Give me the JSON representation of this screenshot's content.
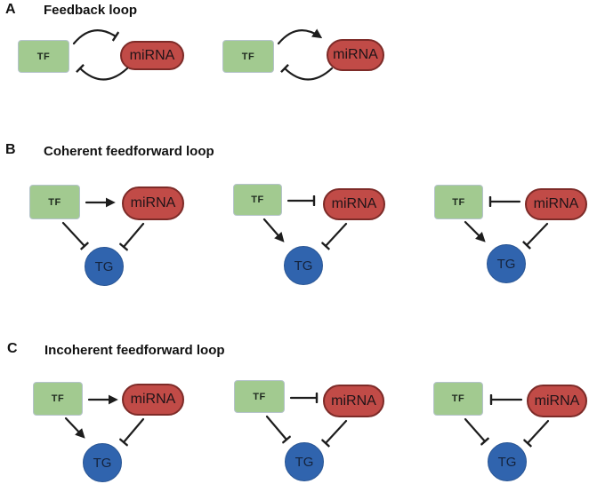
{
  "node_labels": {
    "tf": "TF",
    "mirna": "miRNA",
    "tg": "TG"
  },
  "colors": {
    "background": "#ffffff",
    "tf_fill": "#a2ca90",
    "tf_border": "#b5c3cb",
    "mirna_fill": "#c14b47",
    "mirna_border": "#7d2b28",
    "tg_fill": "#3064ae",
    "edge": "#1d1d1d",
    "text": "#111111"
  },
  "panels": [
    {
      "label": "A",
      "title": "Feedback loop",
      "motifs": [
        {
          "edges": [
            {
              "from": "TF",
              "to": "miRNA",
              "type": "inhibition"
            },
            {
              "from": "miRNA",
              "to": "TF",
              "type": "inhibition"
            }
          ]
        },
        {
          "edges": [
            {
              "from": "TF",
              "to": "miRNA",
              "type": "activation"
            },
            {
              "from": "miRNA",
              "to": "TF",
              "type": "inhibition"
            }
          ]
        }
      ]
    },
    {
      "label": "B",
      "title": "Coherent feedforward loop",
      "motifs": [
        {
          "edges": [
            {
              "from": "TF",
              "to": "miRNA",
              "type": "activation"
            },
            {
              "from": "TF",
              "to": "TG",
              "type": "inhibition"
            },
            {
              "from": "miRNA",
              "to": "TG",
              "type": "inhibition"
            }
          ]
        },
        {
          "edges": [
            {
              "from": "TF",
              "to": "miRNA",
              "type": "inhibition"
            },
            {
              "from": "TF",
              "to": "TG",
              "type": "activation"
            },
            {
              "from": "miRNA",
              "to": "TG",
              "type": "inhibition"
            }
          ]
        },
        {
          "edges": [
            {
              "from": "miRNA",
              "to": "TF",
              "type": "inhibition"
            },
            {
              "from": "TF",
              "to": "TG",
              "type": "activation"
            },
            {
              "from": "miRNA",
              "to": "TG",
              "type": "inhibition"
            }
          ]
        }
      ]
    },
    {
      "label": "C",
      "title": "Incoherent feedforward loop",
      "motifs": [
        {
          "edges": [
            {
              "from": "TF",
              "to": "miRNA",
              "type": "activation"
            },
            {
              "from": "TF",
              "to": "TG",
              "type": "activation"
            },
            {
              "from": "miRNA",
              "to": "TG",
              "type": "inhibition"
            }
          ]
        },
        {
          "edges": [
            {
              "from": "TF",
              "to": "miRNA",
              "type": "inhibition"
            },
            {
              "from": "TF",
              "to": "TG",
              "type": "inhibition"
            },
            {
              "from": "miRNA",
              "to": "TG",
              "type": "inhibition"
            }
          ]
        },
        {
          "edges": [
            {
              "from": "miRNA",
              "to": "TF",
              "type": "inhibition"
            },
            {
              "from": "TF",
              "to": "TG",
              "type": "inhibition"
            },
            {
              "from": "miRNA",
              "to": "TG",
              "type": "inhibition"
            }
          ]
        }
      ]
    }
  ]
}
